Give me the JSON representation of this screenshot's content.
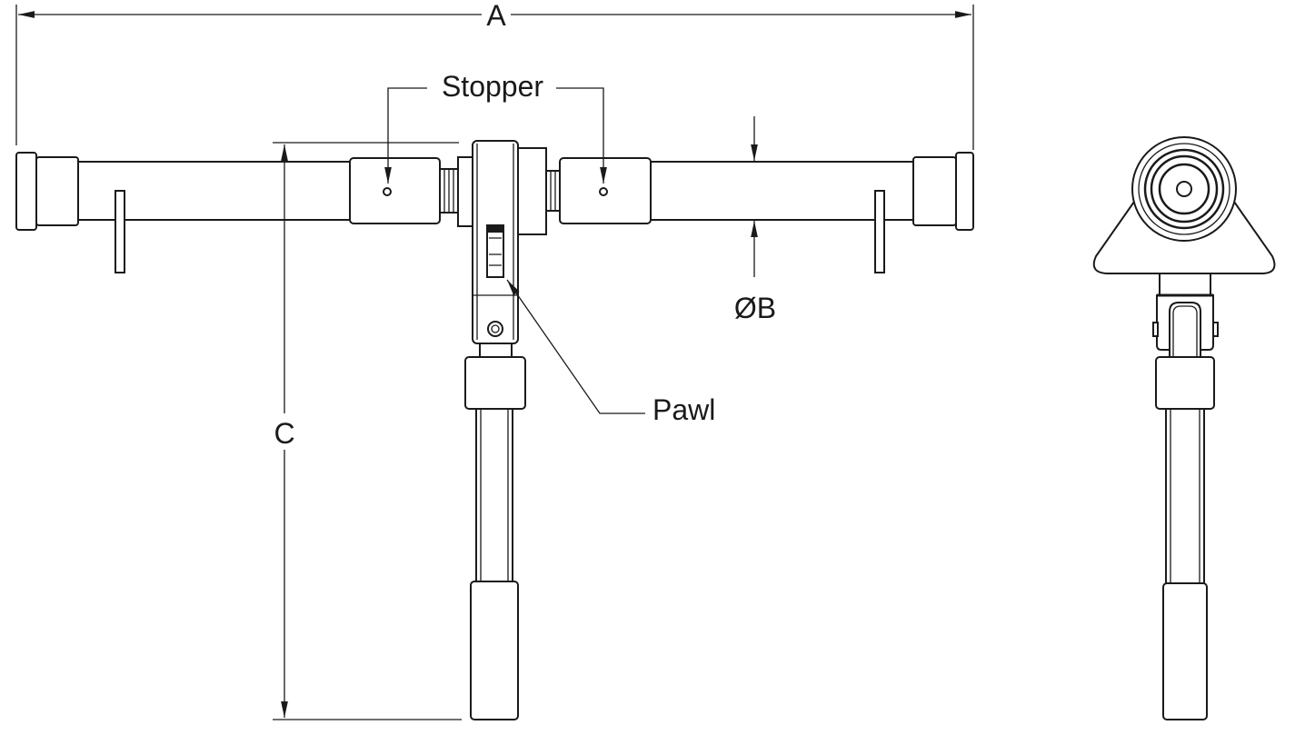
{
  "labels": {
    "dimension_a": "A",
    "stopper": "Stopper",
    "diameter_b": "ØB",
    "pawl": "Pawl",
    "dimension_c": "C"
  },
  "colors": {
    "line": "#1a1a1a",
    "background": "#ffffff"
  }
}
